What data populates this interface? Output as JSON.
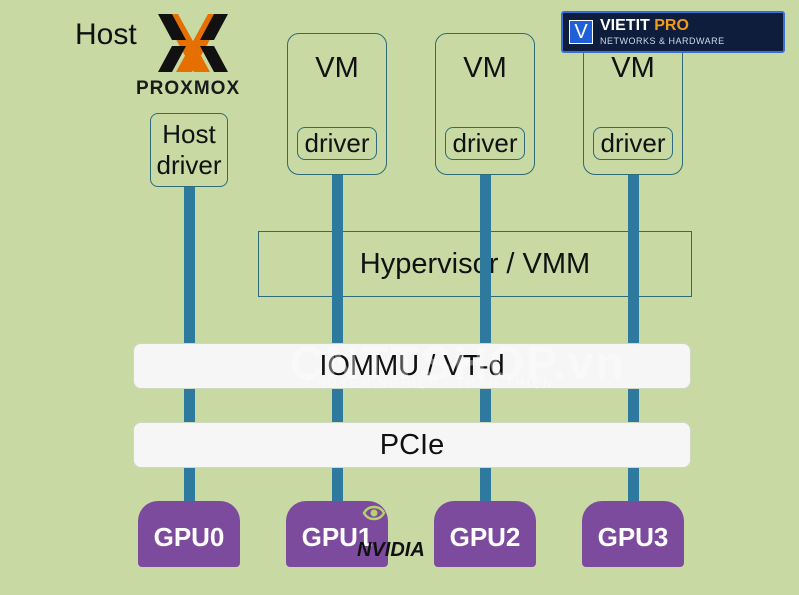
{
  "host": {
    "label": "Host",
    "logo_text": "PROXMOX",
    "driver_label_line1": "Host",
    "driver_label_line2": "driver"
  },
  "vms": [
    {
      "title": "VM",
      "driver": "driver"
    },
    {
      "title": "VM",
      "driver": "driver"
    },
    {
      "title": "VM",
      "driver": "driver"
    }
  ],
  "hypervisor": "Hypervisor / VMM",
  "iommu": "IOMMU / VT-d",
  "pcie": "PCIe",
  "gpus": [
    "GPU0",
    "GPU1",
    "GPU2",
    "GPU3"
  ],
  "badge": {
    "name": "VIETIT",
    "name_accent": "PRO",
    "subtitle": "NETWORKS & HARDWARE",
    "icon": "V"
  },
  "watermark": {
    "text": "CNTTSHOP.vn",
    "subtitle": "CHUYÊN NGHIỆP - THÂN THIỆN"
  },
  "nvidia": "NVIDIA",
  "colors": {
    "background": "#c8d9a4",
    "wire": "#2d7a9e",
    "gpu": "#7d4b9e",
    "proxmox_orange": "#e57000"
  }
}
